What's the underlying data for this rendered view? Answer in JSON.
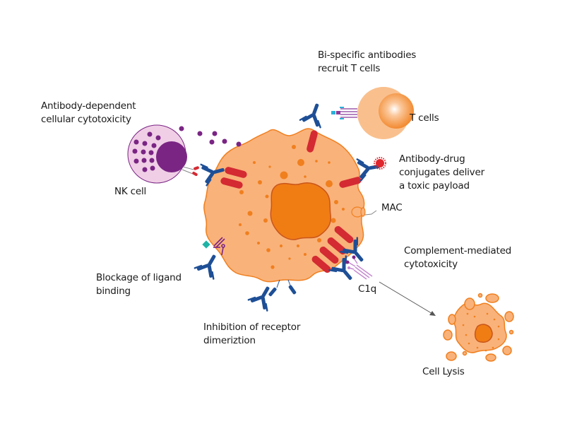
{
  "diagram": {
    "title": "Mechanisms of action of therapeutic antibodies against a tumor cell",
    "colors": {
      "cell_fill": "#f9b27a",
      "cell_stroke": "#f07f1e",
      "nucleus_fill": "#f07c14",
      "nucleus_stroke": "#c9561a",
      "receptor": "#d42a32",
      "antibody": "#1e4f96",
      "nk_fill": "#f0cfe6",
      "nk_nucleus": "#7a2584",
      "granule": "#7a2584",
      "tcell_outer": "#f9c08e",
      "tcell_inner": "#f59540",
      "ligand": "#1fb3a6",
      "c1q": "#c68ad1",
      "cytotoxin": "#e0262c"
    },
    "labels": {
      "bispecific_line1": "Bi-specific antibodies",
      "bispecific_line2": "recruit T cells",
      "t_cells": "T cells",
      "adcc_line1": "Antibody-dependent",
      "adcc_line2": "cellular cytotoxicity",
      "nk_cell": "NK cell",
      "adc_line1": "Antibody-drug",
      "adc_line2": "conjugates deliver",
      "adc_line3": "a toxic payload",
      "mac": "MAC",
      "cdc_line1": "Complement-mediated",
      "cdc_line2": "cytotoxicity",
      "c1q": "C1q",
      "ligand_line1": "Blockage of ligand",
      "ligand_line2": "binding",
      "dimer_line1": "Inhibition of receptor",
      "dimer_line2": "dimeriztion",
      "cell_lysis": "Cell Lysis"
    }
  }
}
